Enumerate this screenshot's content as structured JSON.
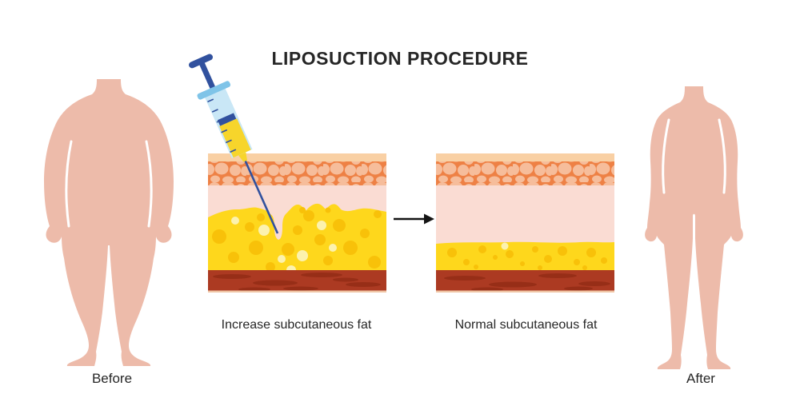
{
  "title": "LIPOSUCTION PROCEDURE",
  "figures": {
    "before": {
      "label": "Before"
    },
    "after": {
      "label": "After"
    }
  },
  "panels": [
    {
      "caption": "Increase subcutaneous fat"
    },
    {
      "caption": "Normal subcutaneous fat"
    }
  ],
  "icons": {
    "syringe": "syringe-icon",
    "arrow": "right-arrow-icon"
  },
  "palette": {
    "bg": "#ffffff",
    "text": "#262626",
    "skin": "#edbbaa",
    "epidermis": "#f9d0a4",
    "dermis": "#ee8145",
    "dermisCell": "#f6bd9b",
    "hypodermisPink": "#fadcd3",
    "fat": "#fed71c",
    "fatDark": "#f8c109",
    "fatLight": "#fcf2ae",
    "muscle": "#ac3a22",
    "muscleDark": "#972e17",
    "muscleEdge": "#efc5a5",
    "syringeNavy": "#31519e",
    "syringeBlue": "#7fc4e8",
    "syringeBarrel": "#c9e7f6",
    "syringeLiquid": "#f7d52b",
    "arrow": "#141414"
  }
}
